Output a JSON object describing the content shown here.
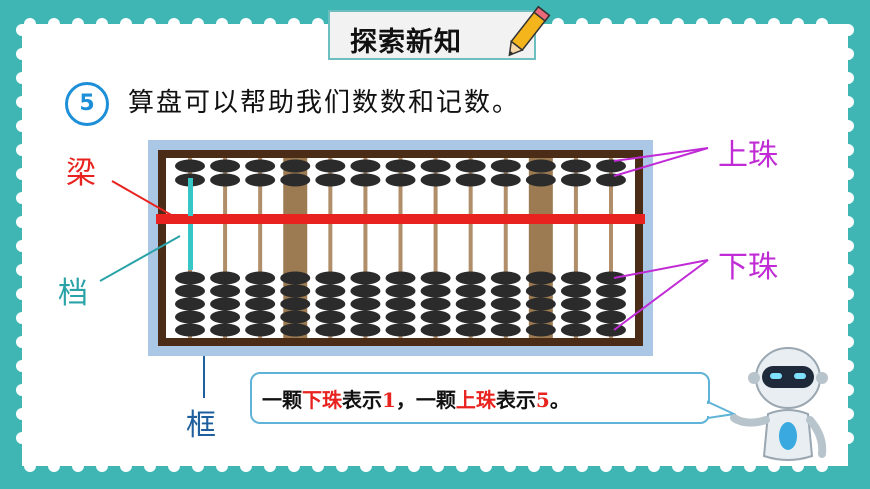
{
  "header": {
    "title": "探索新知"
  },
  "problem": {
    "number": "5",
    "text": "算盘可以帮助我们数数和记数。"
  },
  "labels": {
    "beam": "梁",
    "rod": "档",
    "frame": "框",
    "upper_beads": "上珠",
    "lower_beads": "下珠"
  },
  "bubble": {
    "prefix": "一颗",
    "lower": "下珠",
    "mid1": "表示",
    "val1": "1",
    "mid2": "，一颗",
    "upper": "上珠",
    "mid3": "表示",
    "val2": "5",
    "end": "。"
  },
  "colors": {
    "background": "#3fb6b4",
    "beam": "#e8231f",
    "rod_label": "#2aa3a8",
    "frame_label": "#1f5f9e",
    "bead_label": "#c02bd6",
    "bubble_border": "#5eb3d6",
    "number_circle": "#1d8fd8"
  },
  "abacus": {
    "rods": 13,
    "upper_beads_per_rod": 2,
    "lower_beads_per_rod": 5
  }
}
